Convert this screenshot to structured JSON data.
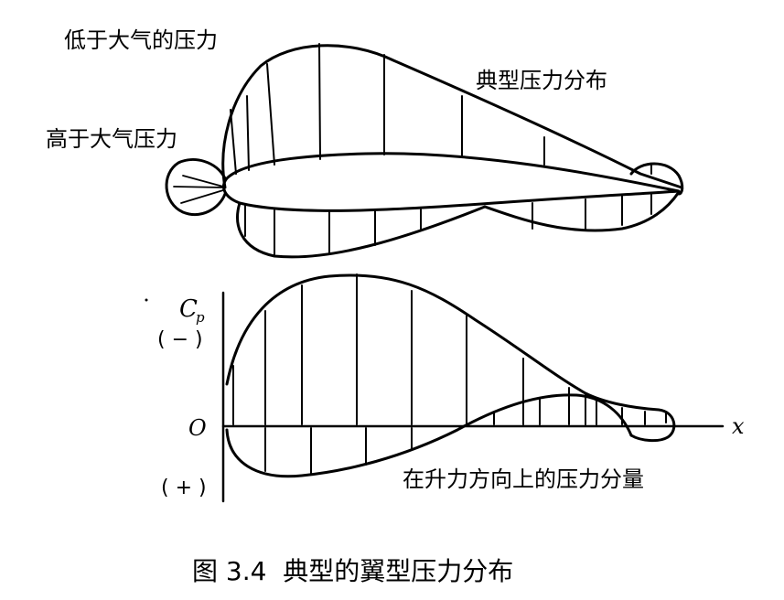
{
  "labels": {
    "below_atmospheric": "低于大气的压力",
    "typical_distribution": "典型压力分布",
    "above_atmospheric": "高于大气压力",
    "lift_component": "在升力方向上的压力分量"
  },
  "axis": {
    "cp_symbol": "C",
    "cp_subscript": "p",
    "negative_marker": "( − )",
    "positive_marker": "( + )",
    "origin": "O",
    "x_label": "x"
  },
  "caption": "图 3.4  典型的翼型压力分布"
}
